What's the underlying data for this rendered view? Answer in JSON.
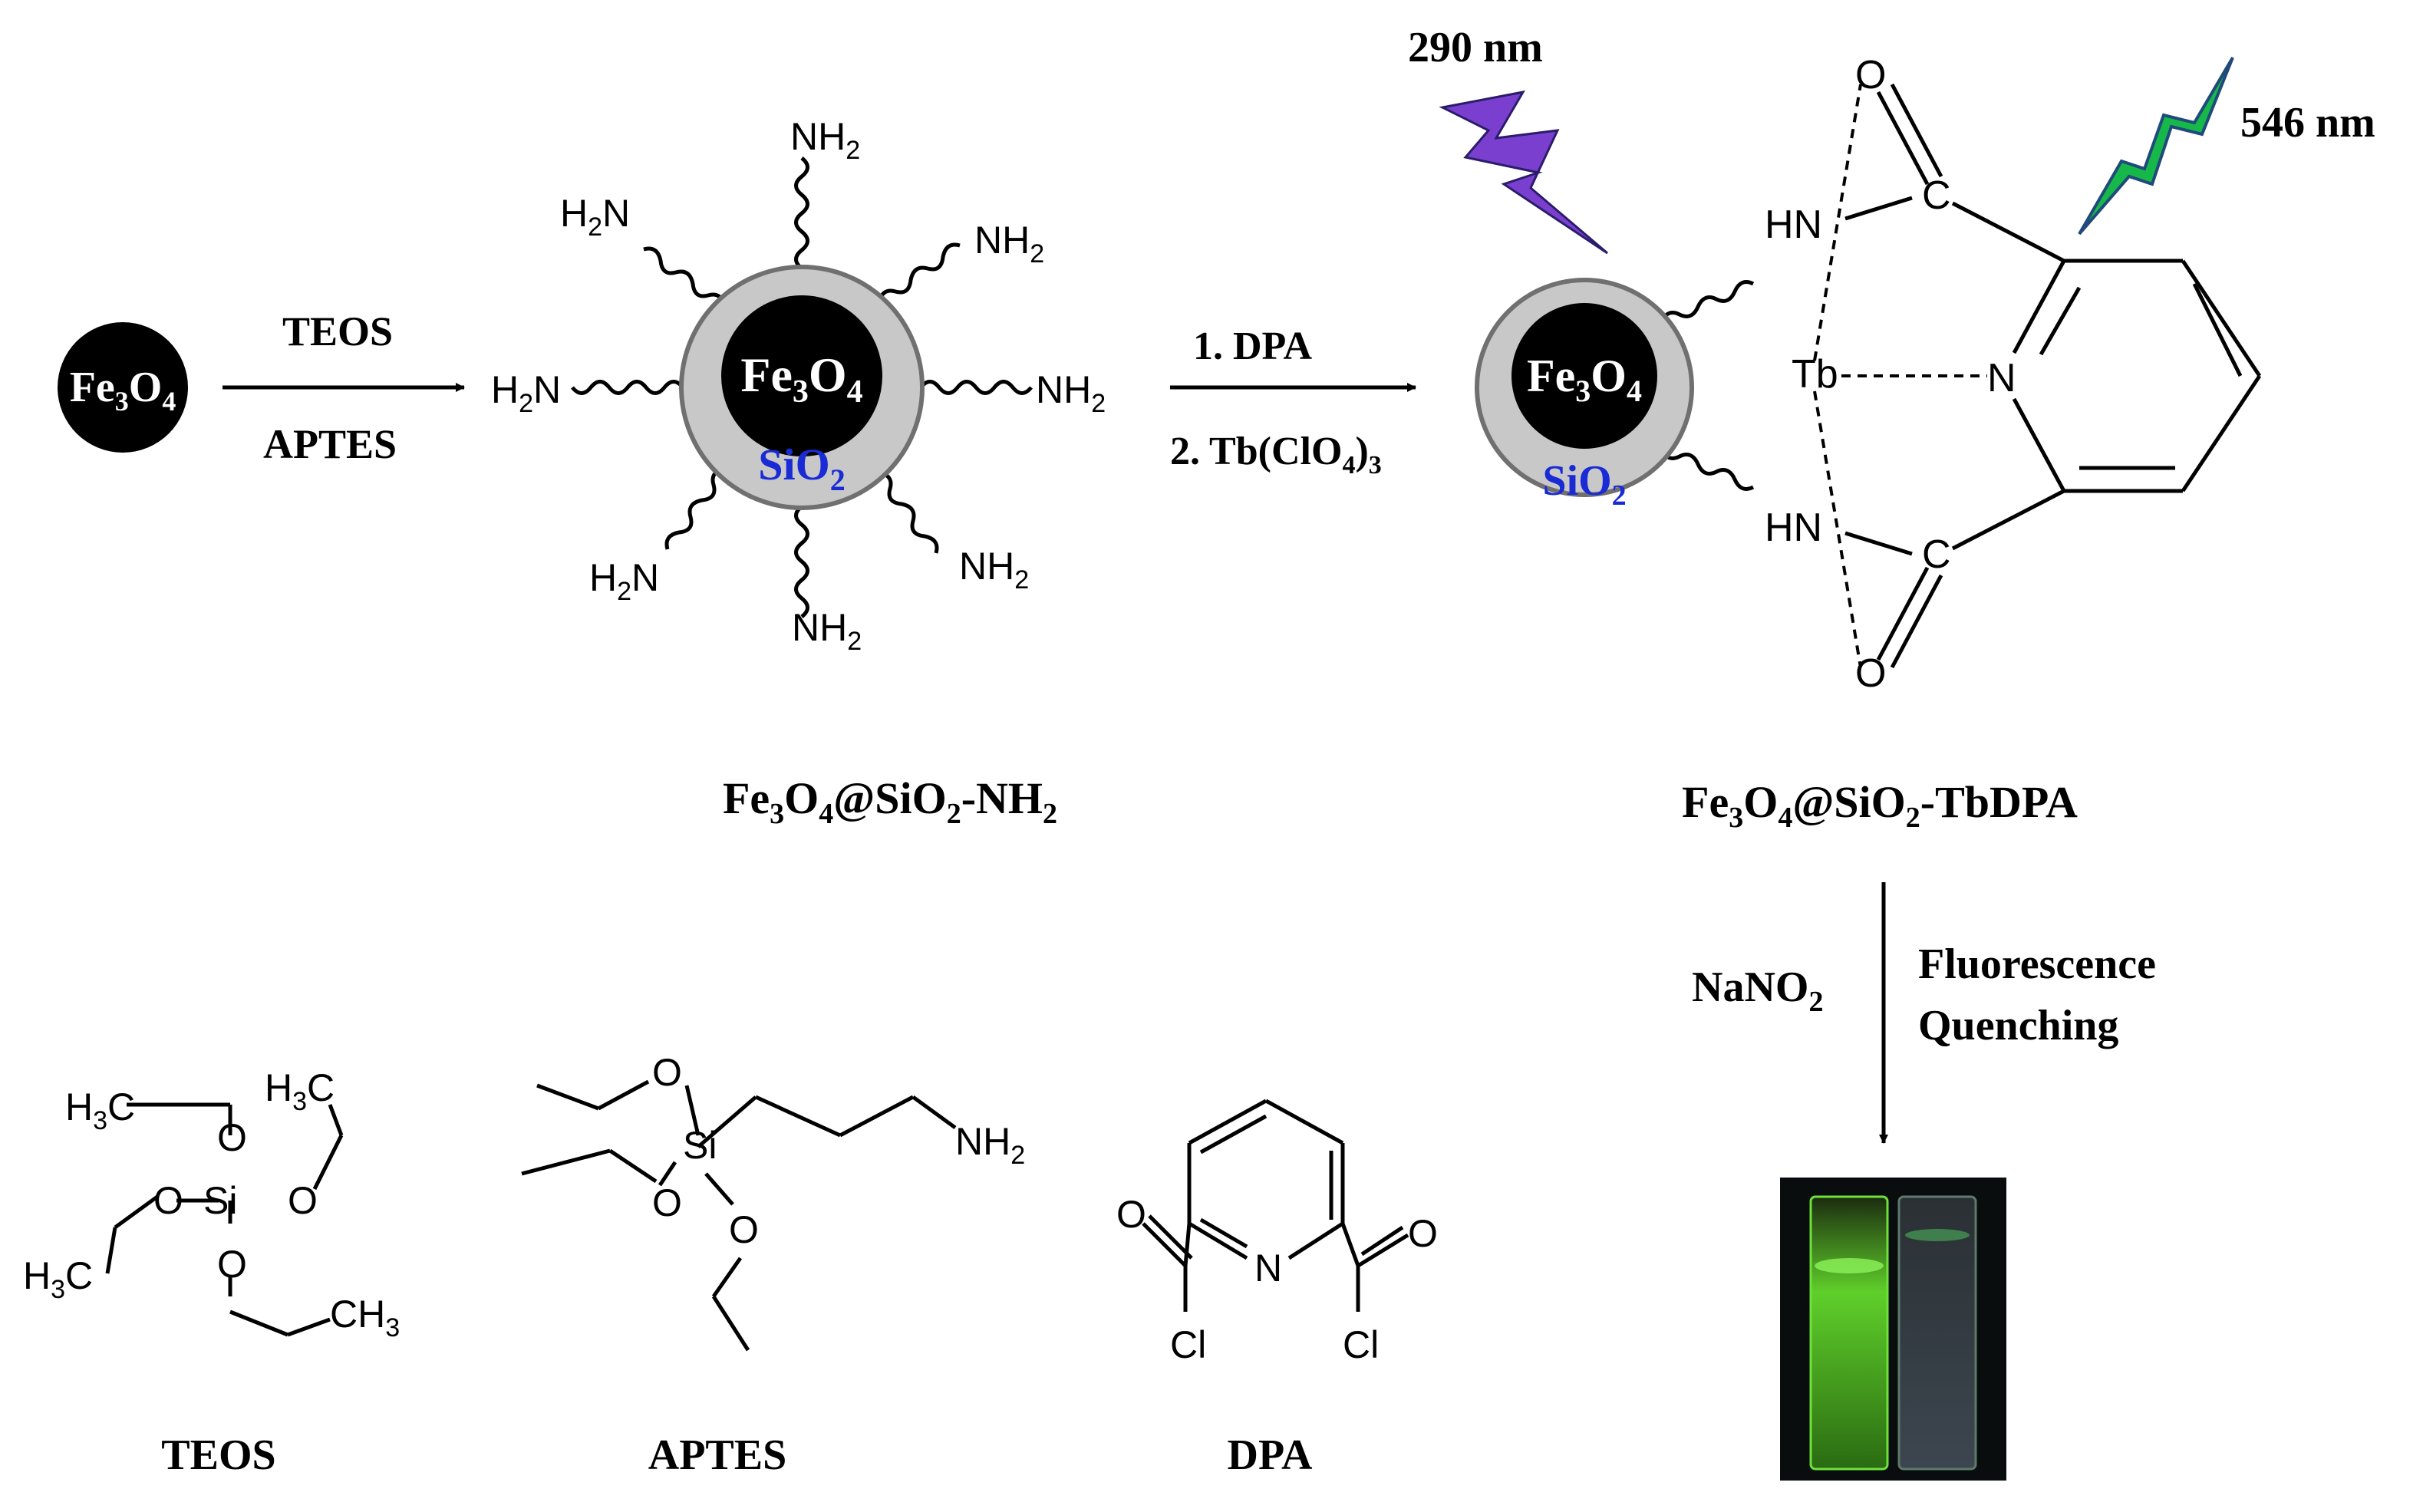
{
  "fe3o4": {
    "base": "Fe",
    "sub1": "3",
    "mid": "O",
    "sub2": "4"
  },
  "sio2": {
    "base": "SiO",
    "sub": "2"
  },
  "nh2": {
    "base": "NH",
    "sub": "2"
  },
  "h2n": {
    "pre": "H",
    "sub": "2",
    "post": "N"
  },
  "step1": {
    "reagent_top": "TEOS",
    "reagent_bottom": "APTES"
  },
  "step2": {
    "line1": "1. DPA",
    "line2_pre": "2. Tb(ClO",
    "line2_sub1": "4",
    "line2_mid": ")",
    "line2_sub2": "3"
  },
  "product1": {
    "p1": "Fe",
    "s1": "3",
    "p2": "O",
    "s2": "4",
    "p3": "@SiO",
    "s3": "2",
    "p4": "-NH",
    "s4": "2"
  },
  "product2": {
    "p1": "Fe",
    "s1": "3",
    "p2": "O",
    "s2": "4",
    "p3": "@SiO",
    "s3": "2",
    "p4": "-TbDPA"
  },
  "excitation_label": "290 nm",
  "emission_label": "546 nm",
  "complex": {
    "HN": "HN",
    "C": "C",
    "O": "O",
    "Tb": "Tb",
    "N": "N"
  },
  "quench": {
    "reagent_base": "NaNO",
    "reagent_sub": "2",
    "line1": "Fluorescence",
    "line2": "Quenching"
  },
  "molecules": {
    "teos_name": "TEOS",
    "aptes_name": "APTES",
    "dpa_name": "DPA",
    "h3c": {
      "pre": "H",
      "sub": "3",
      "post": "C"
    },
    "ch3": {
      "pre": "CH",
      "sub": "3"
    },
    "O": "O",
    "Si": "Si",
    "Si_minus": "Si",
    "N": "N",
    "Cl": "Cl"
  },
  "colors": {
    "excitation": "#7b3fd0",
    "emission": "#17b84a",
    "silica_text": "#1a2bd6",
    "core": "#000000",
    "shell": "#c8c8c8"
  }
}
